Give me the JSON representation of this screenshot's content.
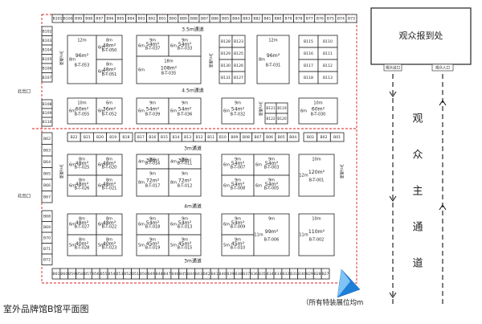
{
  "title": "室外品牌馆B馆平面图",
  "note": "（所有特装展位均m",
  "reception_label": "观众报到处",
  "main_channel_chars": [
    "观",
    "众",
    "主",
    "通",
    "道"
  ],
  "north_exit": "北出口",
  "audience_exit": "观众出口",
  "audience_entrance": "观众入口",
  "aisles": [
    "3.5m通道",
    "4.5m通道",
    "3m通道",
    "4m通道",
    "3m通道"
  ],
  "vertical_aisle": "3m通道",
  "top_strip": [
    "B101",
    "B100",
    "B99",
    "B98",
    "B97",
    "B96",
    "B95",
    "B94",
    "B93",
    "B92",
    "B91",
    "B90",
    "B89",
    "B88",
    "B87",
    "B86",
    "B85",
    "B84",
    "B83",
    "B82",
    "B81",
    "B80",
    "B79",
    "B78",
    "B77",
    "B76",
    "B75",
    "B74",
    "B73"
  ],
  "left_top_strip": [
    "B102",
    "B103",
    "B104",
    "B105",
    "B106",
    "B107"
  ],
  "left_mid_strip": [
    "B108",
    "B109",
    "B110"
  ],
  "left_bottom_strip_a": [
    "B62",
    "B63",
    "B64",
    "B65",
    "B66",
    "B67"
  ],
  "left_bottom_strip_b": [
    "B68",
    "B69",
    "B70",
    "B71",
    "B72"
  ],
  "middle_strip": [
    "B22",
    "B21",
    "B20",
    "B19",
    "B18",
    "B17",
    "B16",
    "B15",
    "B14",
    "B13",
    "B12",
    "B11",
    "B10",
    "B09",
    "B08",
    "B07",
    "B06",
    "B05",
    "B04",
    "B03",
    "B02",
    "B01"
  ],
  "bottom_strip": [
    "B61",
    "B60",
    "B59",
    "B58",
    "B57",
    "B56",
    "B55",
    "B54",
    "B53",
    "B52",
    "B51",
    "B50",
    "B49",
    "B48",
    "B47",
    "B46",
    "B45",
    "B44",
    "B43",
    "B42",
    "B41",
    "B40",
    "B39",
    "B38",
    "B37",
    "B36",
    "B35",
    "B34",
    "B33",
    "B32",
    "B31",
    "B30",
    "B29",
    "B28",
    "B27"
  ],
  "center_booths_top": [
    "B128",
    "B123",
    "B129",
    "B125",
    "B130",
    "B126",
    "B131",
    "B127"
  ],
  "right_booths_top": [
    "B115",
    "B110",
    "B116",
    "B111",
    "B117",
    "B112",
    "B118",
    "B113"
  ],
  "small_pair": [
    "B121",
    "B119",
    "B122",
    "B120"
  ],
  "blocks": [
    {
      "code": "B-T-053",
      "area": "96m²",
      "w": "12m",
      "d": "8m"
    },
    {
      "code": "B-T-050",
      "area": "48m²",
      "w": "8m",
      "d": "6m"
    },
    {
      "code": "B-T-051",
      "area": "48m²",
      "w": "8m",
      "d": "6m"
    },
    {
      "code": "B-T-037",
      "area": "54m²",
      "w": "9m",
      "d": "6m"
    },
    {
      "code": "B-T-033",
      "area": "54m²",
      "w": "9m",
      "d": "6m"
    },
    {
      "code": "B-T-035",
      "area": "108m²",
      "w": "18m",
      "d": "6m"
    },
    {
      "code": "B-T-031",
      "area": "96m²",
      "w": "12m",
      "d": "8m"
    },
    {
      "code": "B-T-055",
      "area": "60m²",
      "w": "10m",
      "d": "6m"
    },
    {
      "code": "B-T-052",
      "area": "36m²",
      "w": "6m",
      "d": "6m"
    },
    {
      "code": "B-T-039",
      "area": "54m²",
      "w": "9m",
      "d": "6m"
    },
    {
      "code": "B-T-036",
      "area": "54m²",
      "w": "9m",
      "d": "6m"
    },
    {
      "code": "B-T-032",
      "area": "54m²",
      "w": "9m",
      "d": "6m"
    },
    {
      "code": "B-T-030",
      "area": "60m²",
      "w": "10m",
      "d": "6m"
    },
    {
      "code": "B-T-025",
      "area": "48m²",
      "w": "8m",
      "d": "6m"
    },
    {
      "code": "B-T-020",
      "area": "48m²",
      "w": "8m",
      "d": "6m"
    },
    {
      "code": "B-T-026",
      "area": "48m²",
      "w": "8m",
      "d": "6m"
    },
    {
      "code": "B-T-021",
      "area": "48m²",
      "w": "8m",
      "d": "6m"
    },
    {
      "code": "B-T-016",
      "area": "36m²",
      "w": "9m",
      "d": "4m"
    },
    {
      "code": "B-T-011",
      "area": "36m²",
      "w": "9m",
      "d": "4m"
    },
    {
      "code": "B-T-017",
      "area": "72m²",
      "w": "9m",
      "d": "8m"
    },
    {
      "code": "B-T-012",
      "area": "72m²",
      "w": "9m",
      "d": "8m"
    },
    {
      "code": "B-T-007",
      "area": "54m²",
      "w": "9m",
      "d": "6m"
    },
    {
      "code": "B-T-003",
      "area": "54m²",
      "w": "9m",
      "d": "6m"
    },
    {
      "code": "B-T-008",
      "area": "54m²",
      "w": "9m",
      "d": "6m"
    },
    {
      "code": "B-T-005",
      "area": "54m²",
      "w": "9m",
      "d": "6m"
    },
    {
      "code": "B-T-001",
      "area": "120m²",
      "w": "10m",
      "d": "12m"
    },
    {
      "code": "B-T-027",
      "area": "48m²",
      "w": "8m",
      "d": "6m"
    },
    {
      "code": "B-T-022",
      "area": "48m²",
      "w": "8m",
      "d": "6m"
    },
    {
      "code": "B-T-028",
      "area": "40m²",
      "w": "8m",
      "d": "5m"
    },
    {
      "code": "B-T-023",
      "area": "40m²",
      "w": "8m",
      "d": "5m"
    },
    {
      "code": "B-T-018",
      "area": "54m²",
      "w": "9m",
      "d": "6m"
    },
    {
      "code": "B-T-013",
      "area": "54m²",
      "w": "9m",
      "d": "6m"
    },
    {
      "code": "B-T-019",
      "area": "45m²",
      "w": "9m",
      "d": "5m"
    },
    {
      "code": "B-T-015",
      "area": "45m²",
      "w": "9m",
      "d": "5m"
    },
    {
      "code": "B-T-009",
      "area": "54m²",
      "w": "9m",
      "d": "6m"
    },
    {
      "code": "B-T-010",
      "area": "45m²",
      "w": "9m",
      "d": "5m"
    },
    {
      "code": "B-T-006",
      "area": "99m²",
      "w": "9m",
      "d": "11m"
    },
    {
      "code": "B-T-002",
      "area": "110m²",
      "w": "10m",
      "d": "11m"
    }
  ],
  "colors": {
    "wall": "#d81e1e",
    "grid": "#222222",
    "channel": "#111111",
    "brand": "#1e7fd8"
  }
}
